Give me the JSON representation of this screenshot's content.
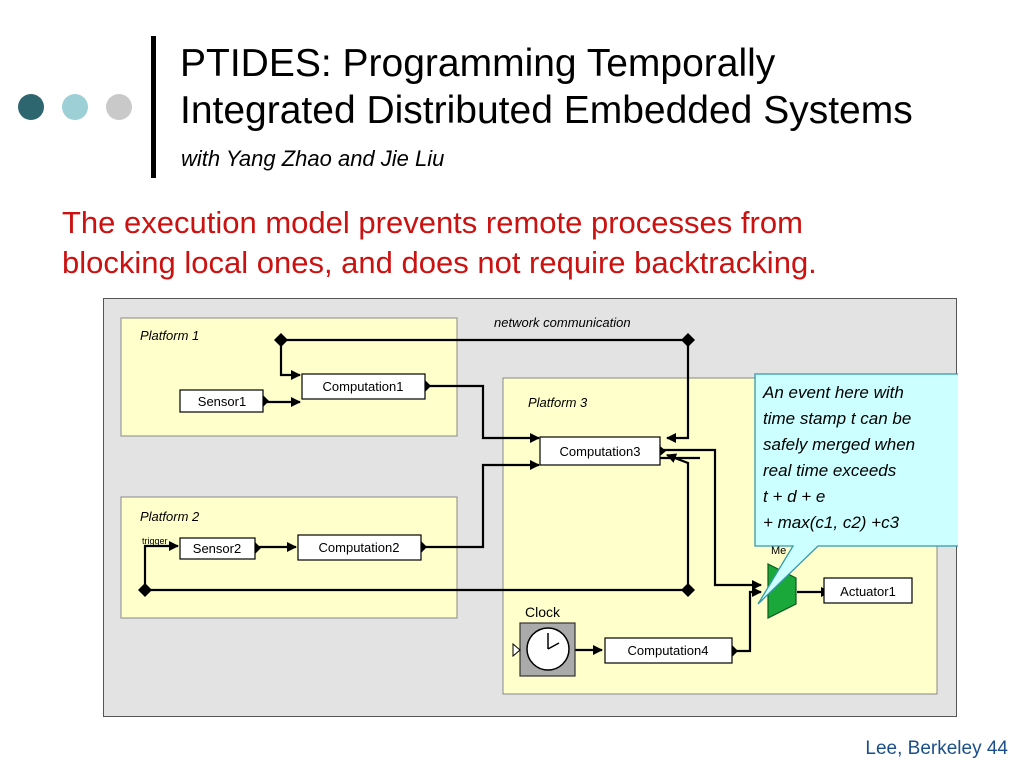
{
  "slide": {
    "title_line1": "PTIDES: Programming Temporally",
    "title_line2": "Integrated Distributed Embedded Systems",
    "subtitle": "with Yang Zhao and Jie Liu",
    "lead_line1": "The execution model prevents remote processes from",
    "lead_line2": "blocking local ones, and does not require backtracking.",
    "footer": "Lee, Berkeley 44"
  },
  "decor": {
    "dot_colors": [
      "#2e6670",
      "#9ccfd6",
      "#c9c9c9"
    ]
  },
  "diagram": {
    "network_label": "network communication",
    "platforms": [
      {
        "name": "Platform 1"
      },
      {
        "name": "Platform 2"
      },
      {
        "name": "Platform 3"
      }
    ],
    "actors": {
      "sensor1": "Sensor1",
      "computation1": "Computation1",
      "sensor2": "Sensor2",
      "computation2": "Computation2",
      "trigger": "trigger",
      "computation3": "Computation3",
      "clock": "Clock",
      "computation4": "Computation4",
      "merge": "Me",
      "actuator1": "Actuator1"
    },
    "callout": {
      "lines": [
        "An event here with",
        "time stamp t can be",
        "safely merged when",
        "real time exceeds",
        "t + d + e",
        "+ max(c1, c2) +c3"
      ]
    },
    "colors": {
      "canvas": "#e3e3e3",
      "platform_fill": "#ffffcc",
      "callout_fill": "#ccffff",
      "callout_border": "#3399aa",
      "merge_fill": "#1aa83a"
    }
  }
}
